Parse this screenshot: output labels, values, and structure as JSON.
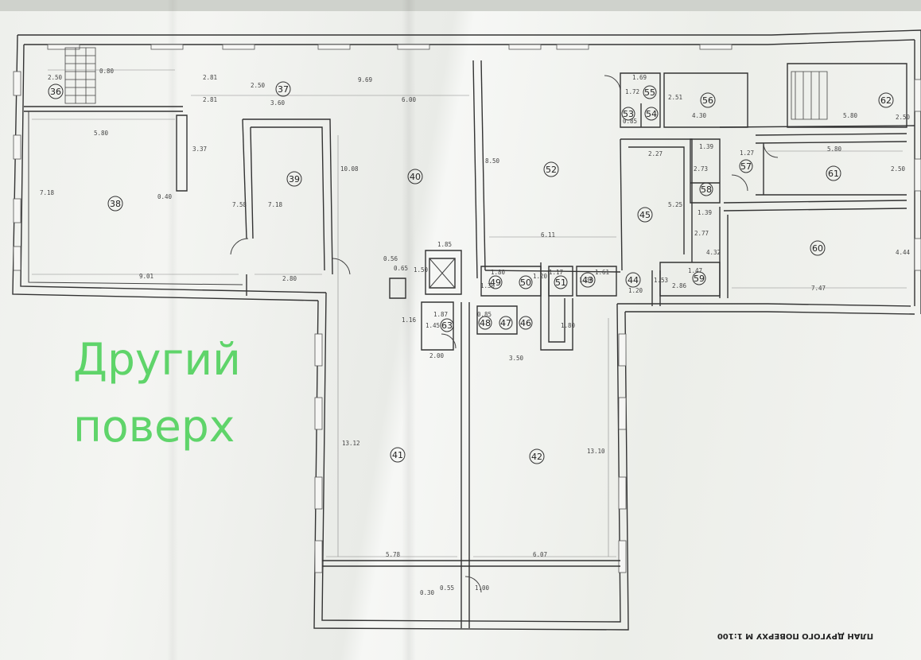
{
  "caption": {
    "line1": "Другий",
    "line2": "поверх"
  },
  "title": "ПЛАН ДРУГОГО ПОВЕРХУ М 1:100",
  "rooms": [
    {
      "id": "36",
      "num": "36"
    },
    {
      "id": "37",
      "num": "37"
    },
    {
      "id": "38",
      "num": "38"
    },
    {
      "id": "39",
      "num": "39"
    },
    {
      "id": "40",
      "num": "40"
    },
    {
      "id": "41",
      "num": "41"
    },
    {
      "id": "42",
      "num": "42"
    },
    {
      "id": "43",
      "num": "43"
    },
    {
      "id": "44",
      "num": "44"
    },
    {
      "id": "45",
      "num": "45"
    },
    {
      "id": "46",
      "num": "46"
    },
    {
      "id": "47",
      "num": "47"
    },
    {
      "id": "48",
      "num": "48"
    },
    {
      "id": "49",
      "num": "49"
    },
    {
      "id": "50",
      "num": "50"
    },
    {
      "id": "51",
      "num": "51"
    },
    {
      "id": "52",
      "num": "52"
    },
    {
      "id": "53",
      "num": "53"
    },
    {
      "id": "54",
      "num": "54"
    },
    {
      "id": "55",
      "num": "55"
    },
    {
      "id": "56",
      "num": "56"
    },
    {
      "id": "57",
      "num": "57"
    },
    {
      "id": "58",
      "num": "58"
    },
    {
      "id": "59",
      "num": "59"
    },
    {
      "id": "60",
      "num": "60"
    },
    {
      "id": "61",
      "num": "61"
    },
    {
      "id": "62",
      "num": "62"
    },
    {
      "id": "63",
      "num": "63"
    }
  ],
  "dimensions": [
    "2.50",
    "0.80",
    "2.81",
    "2.81",
    "2.50",
    "3.60",
    "9.69",
    "6.00",
    "5.80",
    "3.37",
    "0.40",
    "7.18",
    "7.58",
    "7.18",
    "9.01",
    "2.80",
    "10.08",
    "8.50",
    "6.11",
    "2.27",
    "5.25",
    "1.39",
    "2.73",
    "1.27",
    "5.80",
    "2.50",
    "2.77",
    "4.32",
    "1.39",
    "4.44",
    "7.47",
    "2.86",
    "1.47",
    "1.53",
    "1.20",
    "1.61",
    "1.30",
    "1.17",
    "1.20",
    "1.80",
    "1.30",
    "0.65",
    "0.56",
    "1.50",
    "1.85",
    "1.87",
    "1.45",
    "0.85",
    "1.16",
    "1.80",
    "2.00",
    "3.50",
    "13.12",
    "13.10",
    "5.78",
    "6.07",
    "0.30",
    "0.55",
    "1.00",
    "1.69",
    "1.72",
    "0.85",
    "2.51",
    "4.30",
    "5.80",
    "2.50"
  ]
}
